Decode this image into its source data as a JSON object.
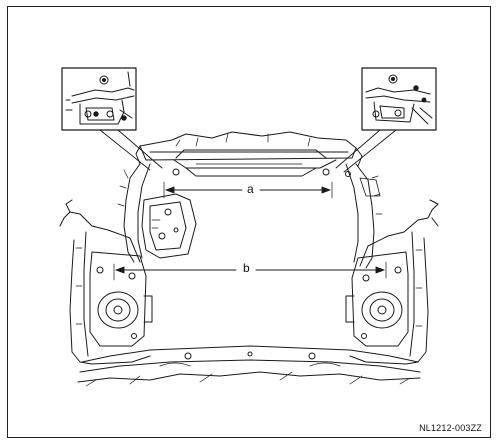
{
  "diagram": {
    "dimension_a_label": "a",
    "dimension_b_label": "b",
    "figure_id": "NL1212-003ZZ"
  },
  "colors": {
    "line": "#1a1a1a",
    "background": "#ffffff"
  }
}
